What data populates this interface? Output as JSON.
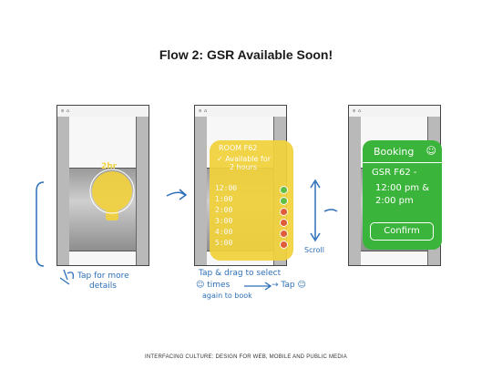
{
  "title": "Flow 2: GSR Available Soon!",
  "footer": "INTERFACING CULTURE: DESIGN FOR WEB, MOBILE AND PUBLIC MEDIA",
  "screen1": {
    "bulb_label": "2hr",
    "note_line1": "Tap for more",
    "note_line2": "details"
  },
  "screen2": {
    "room": "ROOM F62",
    "avail_line1": "Available for",
    "avail_line2": "2 hours",
    "times": [
      "12:00",
      "1:00",
      "2:00",
      "3:00",
      "4:00",
      "5:00"
    ],
    "slot_status": [
      "available",
      "available",
      "booked",
      "booked",
      "booked",
      "booked"
    ],
    "scroll_label": "Scroll",
    "note_line1": "Tap & drag to select",
    "note_line2": "times",
    "note_line2b": "→ Tap",
    "note_line3": "again to book"
  },
  "screen3": {
    "title": "Booking",
    "room": "GSR F62 -",
    "time1": "12:00 pm &",
    "time2": "2:00 pm",
    "confirm": "Confirm"
  },
  "colors": {
    "yellow": "#f2d23b",
    "green": "#3bb43b",
    "available": "#5cbf3c",
    "booked": "#e2552e",
    "ink": "#2d6fb8"
  }
}
